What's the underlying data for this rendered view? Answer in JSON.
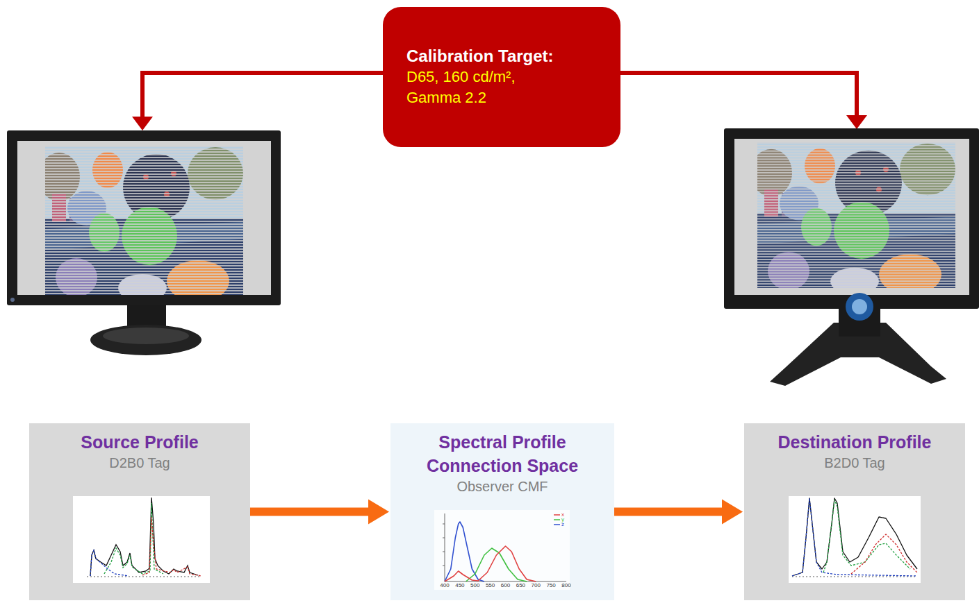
{
  "diagram": {
    "nodes": [
      {
        "text": [
          "Calibration Target:",
          "D65, 160 cd/m², Gamma 2.2"
        ]
      },
      {
        "text": [
          "Source Profile",
          "D2B0 Tag"
        ]
      },
      {
        "text": [
          "Spectral Profile Connection Space",
          "Observer CMF"
        ]
      },
      {
        "text": [
          "Destination Profile",
          "B2D0 Tag"
        ]
      }
    ],
    "edges": [
      {
        "from": 1,
        "to": 2,
        "arrow": "to"
      },
      {
        "from": 2,
        "to": 3,
        "arrow": "to"
      }
    ],
    "labels": [
      "400",
      "450",
      "500",
      "550",
      "600",
      "650",
      "700",
      "750",
      "800",
      "x",
      "y",
      "z"
    ]
  }
}
